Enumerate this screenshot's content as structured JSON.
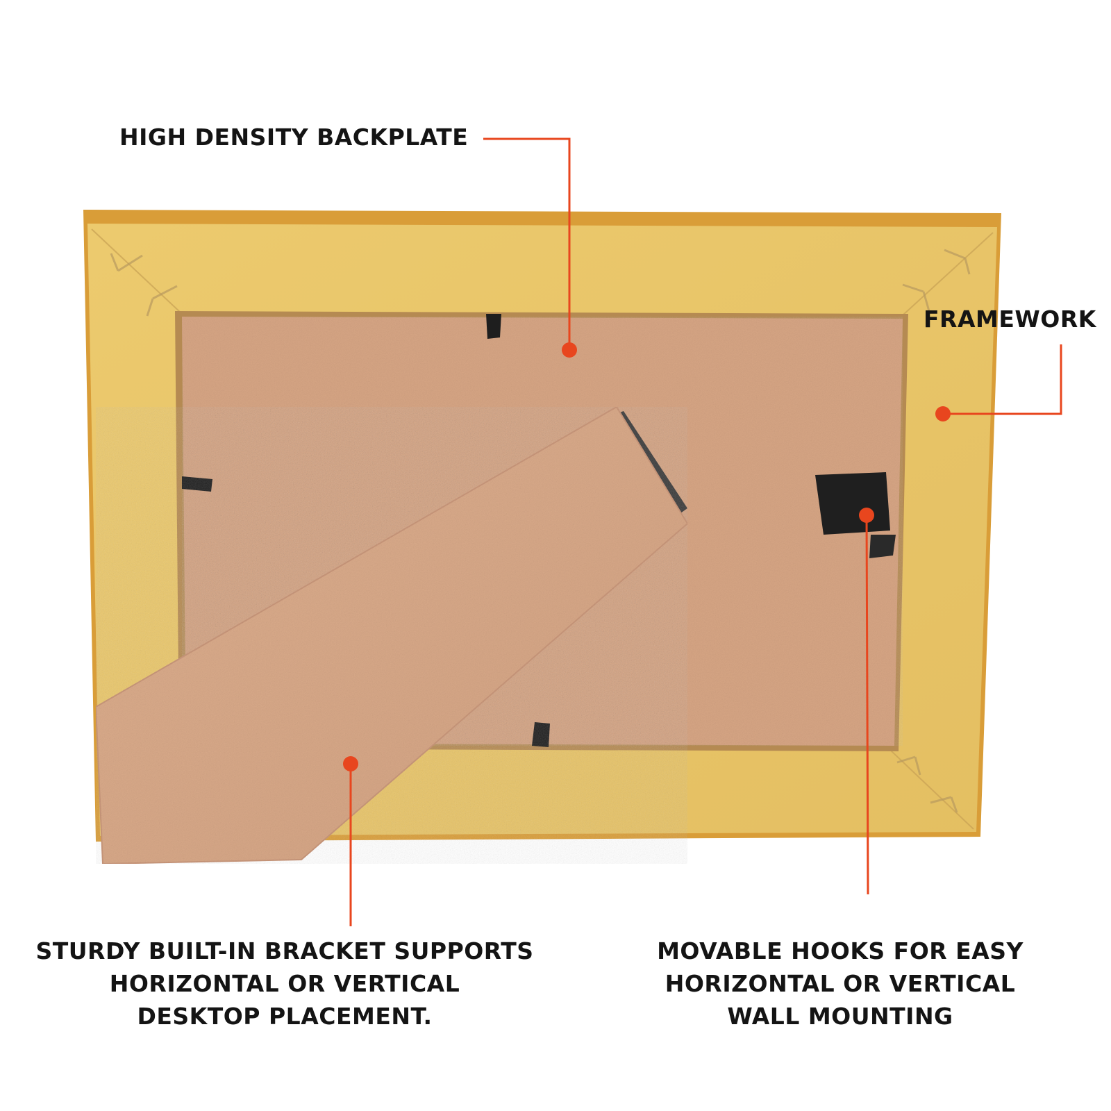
{
  "colors": {
    "accent": "#e8461e",
    "frame": "#e8c66a",
    "frame_edge": "#d9a13c",
    "backboard": "#d6a584",
    "hardware": "#1e1e1e",
    "text": "#141414"
  },
  "callouts": {
    "backplate": {
      "text": "HIGH DENSITY BACKPLATE"
    },
    "framework": {
      "text": "FRAMEWORK"
    },
    "bracket": {
      "line1": "STURDY BUILT-IN BRACKET SUPPORTS",
      "line2": "HORIZONTAL OR VERTICAL",
      "line3": "DESKTOP PLACEMENT."
    },
    "hooks": {
      "line1": "MOVABLE HOOKS FOR EASY",
      "line2": "HORIZONTAL OR VERTICAL",
      "line3": "WALL MOUNTING"
    }
  }
}
